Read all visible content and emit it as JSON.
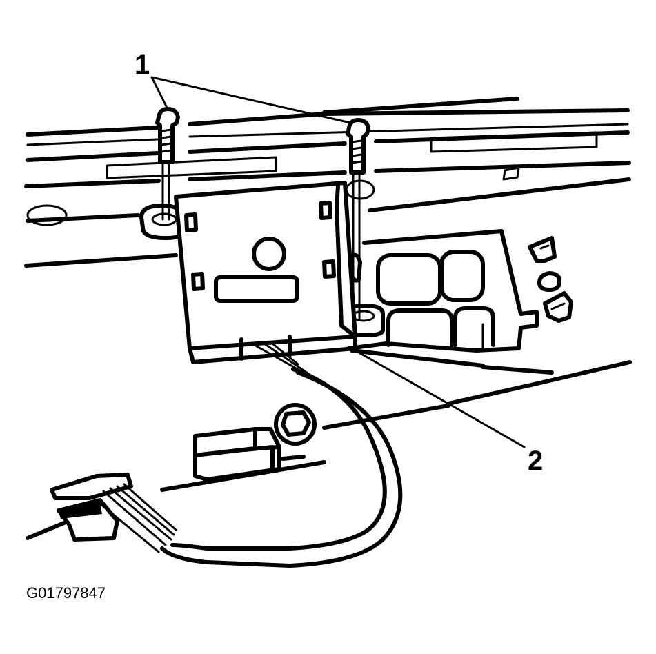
{
  "callouts": {
    "screws": "1",
    "module": "2"
  },
  "figure_id": "G01797847"
}
